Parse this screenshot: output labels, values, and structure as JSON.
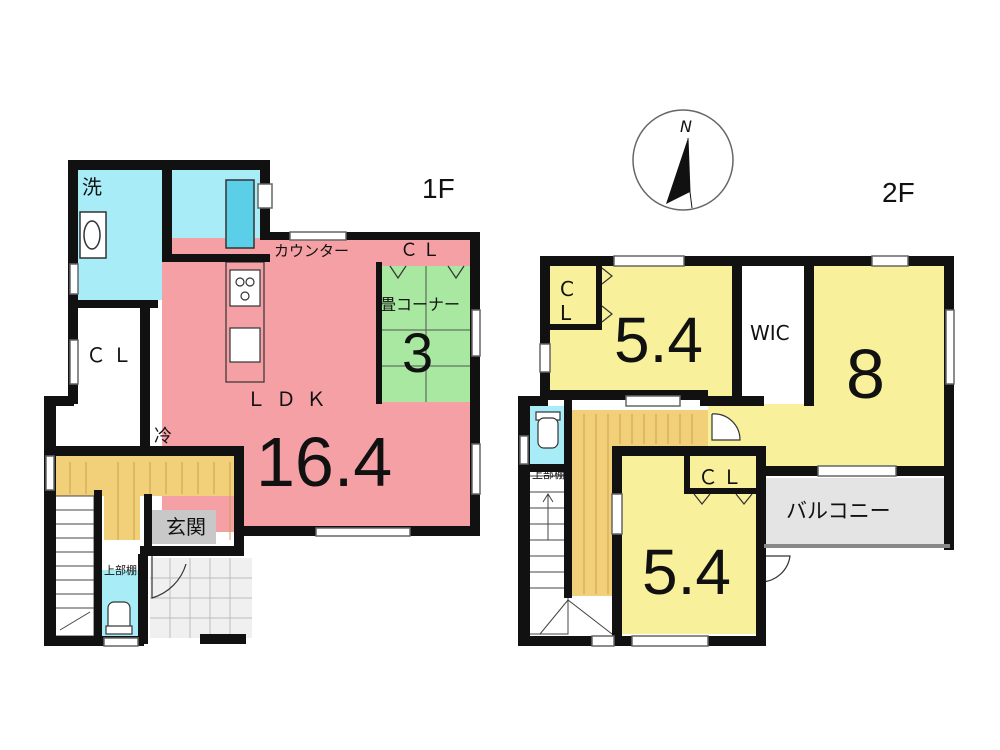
{
  "floors": {
    "first": {
      "label": "1F",
      "rooms": {
        "wash": "洗",
        "closet": "ＣＬ",
        "counter": "カウンター",
        "ldk_closet": "ＣＬ",
        "tatami_corner": "畳コーナー",
        "tatami_size": "3",
        "ldk": "ＬＤＫ",
        "ldk_size": "16.4",
        "fridge": "冷",
        "entrance": "玄関",
        "upper_shelf": "上部棚"
      }
    },
    "second": {
      "label": "2F",
      "rooms": {
        "closet_nw": "C\nL",
        "room_nw_size": "5.4",
        "wic": "WIC",
        "room_ne_size": "8",
        "upper_shelf": "上部棚",
        "closet_s": "ＣＬ",
        "room_s_size": "5.4",
        "balcony": "バルコニー"
      }
    }
  },
  "compass": {
    "north": "N"
  },
  "colors": {
    "wall": "#111111",
    "wet_area": "#a8ecf7",
    "ldk": "#f4a0a4",
    "tatami": "#a8e8a0",
    "bedroom": "#f8f09a",
    "floor_wood": "#f2d07a",
    "balcony": "#e4e4e4",
    "entrance": "#c8c8c8"
  }
}
